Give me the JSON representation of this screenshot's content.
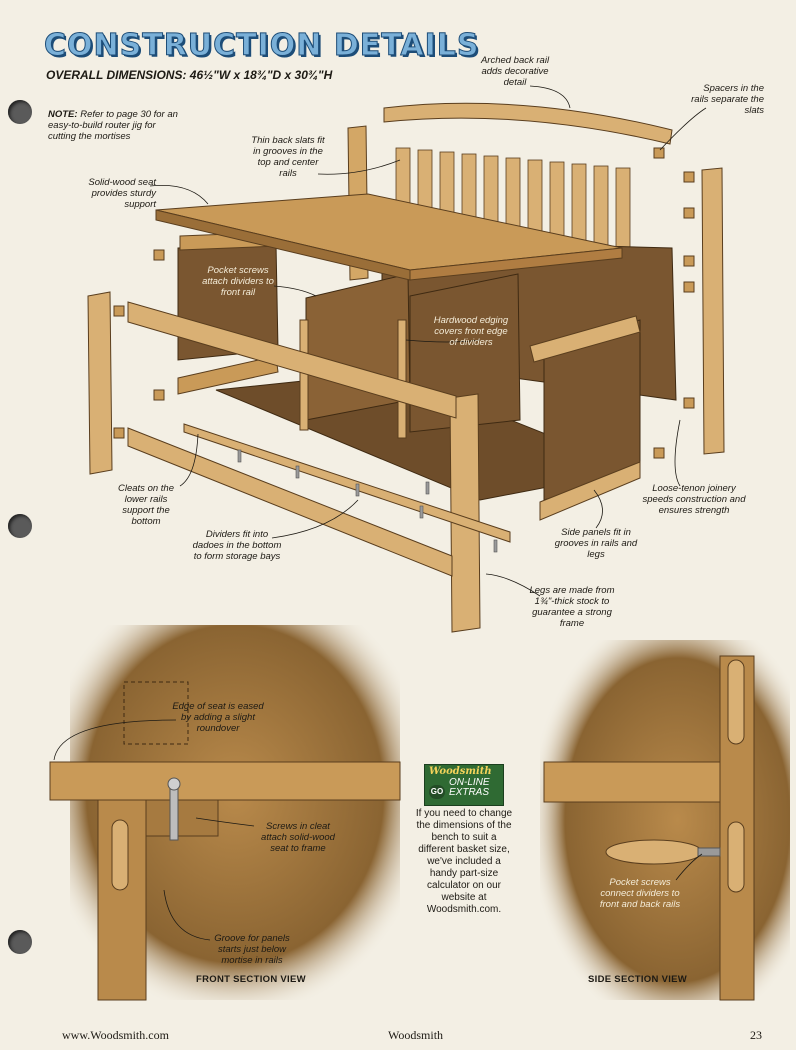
{
  "header": {
    "title": "CONSTRUCTION DETAILS",
    "dimensions": "OVERALL DIMENSIONS: 46½\"W x 18¾\"D x 30¾\"H"
  },
  "note": {
    "label": "NOTE:",
    "text": "Refer to page 30 for an easy-to-build router jig for cutting the mortises"
  },
  "callouts": {
    "arched_back_rail": "Arched back rail adds decorative detail",
    "spacers": "Spacers in the rails separate the slats",
    "thin_back_slats": "Thin back slats fit in grooves in the top and center rails",
    "solid_wood_seat": "Solid-wood seat provides sturdy support",
    "pocket_screws_dividers": "Pocket screws attach dividers to front rail",
    "hardwood_edging": "Hardwood edging covers front edge of dividers",
    "cleats": "Cleats on the lower rails support the bottom",
    "loose_tenon": "Loose-tenon joinery speeds construction and ensures strength",
    "dividers_dadoes": "Dividers fit into dadoes in the bottom to form storage bays",
    "side_panels": "Side panels fit in grooves in rails and legs",
    "legs": "Legs are made from 1¾\"-thick stock to guarantee a strong frame",
    "edge_of_seat": "Edge of seat is eased by adding a slight roundover",
    "screws_in_cleat": "Screws in cleat attach solid-wood seat to frame",
    "groove_for_panels": "Groove for panels starts just below mortise in rails",
    "pocket_screws_side": "Pocket screws connect dividers to front and back rails"
  },
  "sections": {
    "front": "FRONT SECTION VIEW",
    "side": "SIDE SECTION VIEW"
  },
  "online_extras": {
    "brand": "Woodsmith",
    "go": "GO",
    "label_line1": "ON-LINE",
    "label_line2": "EXTRAS",
    "text": "If you need to change the dimensions of the bench to suit a different basket size, we've included a handy part-size calculator on our website at Woodsmith.com."
  },
  "footer": {
    "website": "www.Woodsmith.com",
    "magazine": "Woodsmith",
    "page_number": "23"
  },
  "colors": {
    "title_fill": "#7ab0d8",
    "title_outline": "#1d4d78",
    "wood_light": "#d9b074",
    "wood_mid": "#b98a4b",
    "wood_dark": "#7a5630",
    "badge_green": "#2f6a33"
  }
}
